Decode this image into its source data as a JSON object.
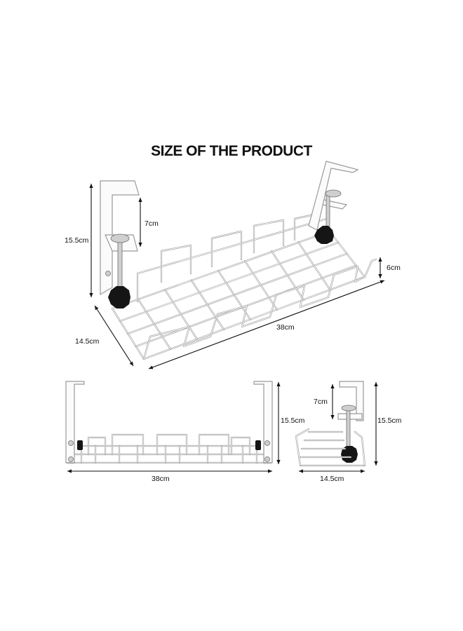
{
  "title": "SIZE OF THE PRODUCT",
  "main_view": {
    "height_label": "15.5cm",
    "clamp_gap_label": "7cm",
    "basket_depth_label": "6cm",
    "length_label": "38cm",
    "width_label": "14.5cm"
  },
  "front_view": {
    "length_label": "38cm",
    "height_label": "15.5cm"
  },
  "side_view": {
    "clamp_gap_label": "7cm",
    "height_label": "15.5cm",
    "width_label": "14.5cm"
  },
  "colors": {
    "wire": "#f4f4f4",
    "knob": "#151515",
    "text": "#111111"
  }
}
